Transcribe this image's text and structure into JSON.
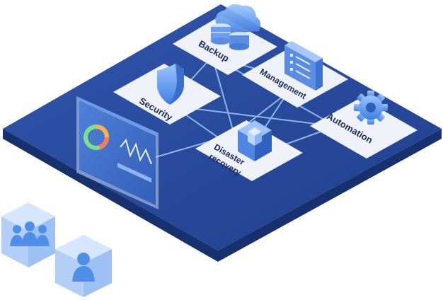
{
  "nodes": {
    "backup": {
      "label": "Backup"
    },
    "management": {
      "label": "Management"
    },
    "security": {
      "label": "Security"
    },
    "automation": {
      "label": "Automation"
    },
    "disaster_recovery": {
      "label_line1": "Disaster",
      "label_line2": "recovery"
    }
  },
  "icons": {
    "backup": "cloud-database-icon",
    "management": "checklist-document-icon",
    "security": "shield-icon",
    "automation": "gear-icon",
    "disaster_recovery": "cube-icon",
    "monitor": "monitor-dashboard-icon",
    "users_group": "user-group-icon",
    "single_user": "user-icon"
  },
  "colors": {
    "platform_top": "#2a4a9a",
    "platform_side": "#17306e",
    "card": "#eef1f8",
    "connector": "#8fb6e8",
    "icon_blue": "#4f8fe8",
    "label": "#1b2a5a"
  }
}
